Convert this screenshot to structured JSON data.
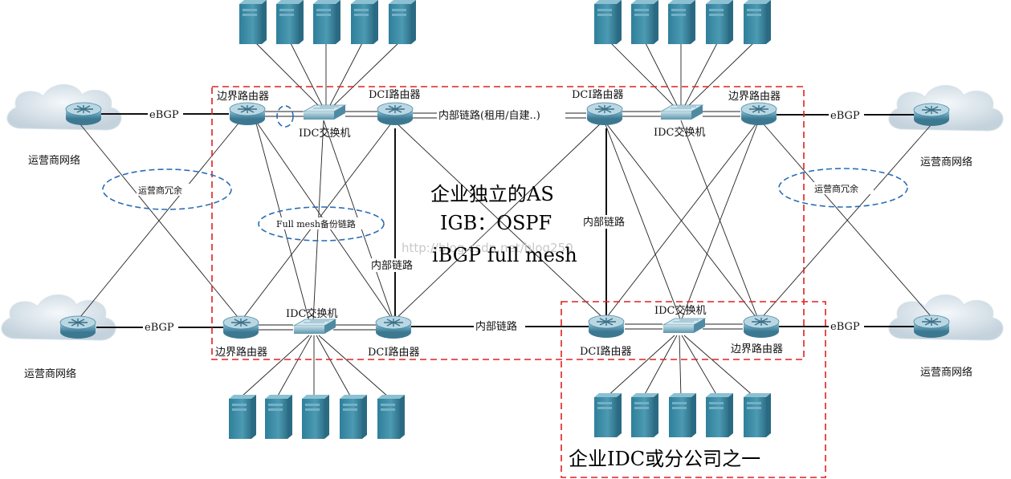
{
  "labels": {
    "ebgp": "eBGP",
    "border_router": "边界路由器",
    "dci_router": "DCI路由器",
    "idc_switch": "IDC交换机",
    "carrier_network": "运营商网络",
    "carrier_redundancy": "运营商冗余",
    "full_mesh_backup": "Full mesh备份链路",
    "internal_link": "内部链路",
    "internal_link_lease": "内部链路(租用/自建..)"
  },
  "center_text": {
    "line1": "企业独立的AS",
    "line2": "IGB：OSPF",
    "line3": "iBGP full mesh"
  },
  "site_label": "企业IDC或分公司之一",
  "watermark": "http://blog.csdn.net/blog250",
  "colors": {
    "dashed_box": "#e02020",
    "ellipse": "#2a6db5",
    "device": "#4a8aa6",
    "server": "#3f8ea8"
  }
}
